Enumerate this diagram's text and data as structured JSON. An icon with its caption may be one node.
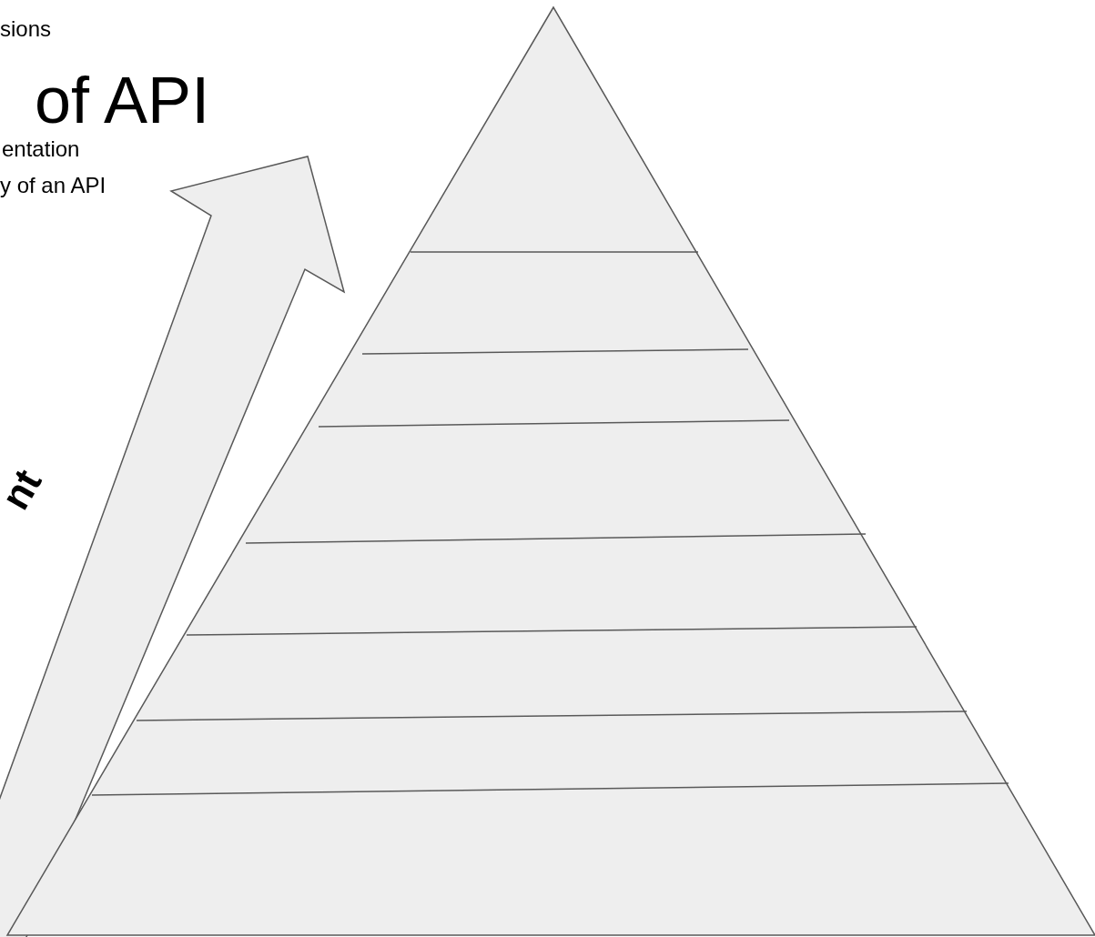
{
  "diagram": {
    "labels": [
      "sions",
      "of API",
      "entation",
      "y of an API",
      "nt"
    ]
  }
}
